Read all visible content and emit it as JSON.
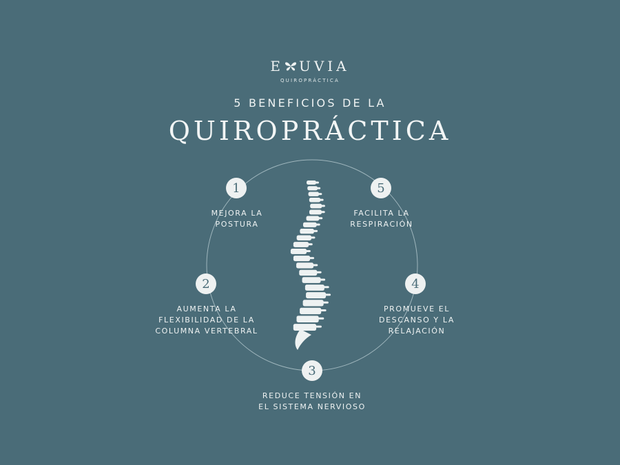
{
  "brand": {
    "name_left": "E",
    "name_right": "UVIA",
    "tagline": "QUIROPRÁCTICA"
  },
  "heading": {
    "subtitle": "5 BENEFICIOS DE LA",
    "title": "QUIROPRÁCTICA"
  },
  "benefits": [
    {
      "number": "1",
      "lines": [
        "MEJORA LA",
        "POSTURA"
      ]
    },
    {
      "number": "2",
      "lines": [
        "AUMENTA LA",
        "FLEXIBILIDAD DE LA",
        "COLUMNA VERTEBRAL"
      ]
    },
    {
      "number": "3",
      "lines": [
        "REDUCE TENSIÓN EN",
        "EL SISTEMA NERVIOSO"
      ]
    },
    {
      "number": "4",
      "lines": [
        "PROMUEVE EL",
        "DESCANSO Y LA",
        "RELAJACIÓN"
      ]
    },
    {
      "number": "5",
      "lines": [
        "FACILITA LA",
        "RESPIRACIÓN"
      ]
    }
  ],
  "colors": {
    "background": "#4a6c78",
    "foreground": "#eef2f2",
    "circle_line": "#9fb6bd"
  },
  "icons": {
    "logo_mark": "butterfly-icon",
    "center_illustration": "spine-icon"
  }
}
